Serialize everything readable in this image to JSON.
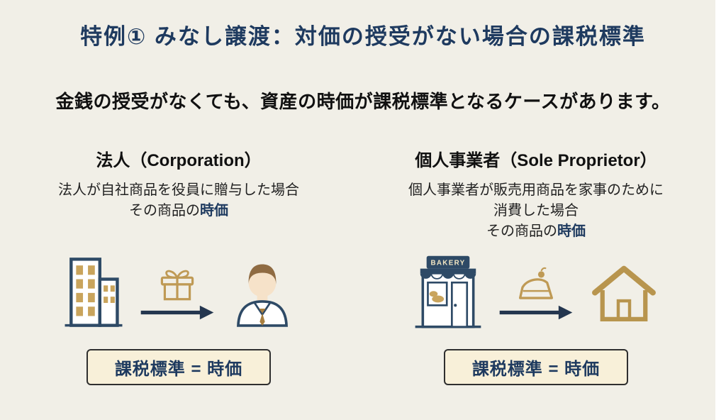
{
  "page": {
    "title": "特例① みなし譲渡：対価の授受がない場合の課税標準",
    "subtitle": "金銭の授受がなくても、資産の時価が課税標準となるケースがあります。"
  },
  "corporation": {
    "heading": "法人（Corporation）",
    "desc_line1": "法人が自社商品を役員に贈与した場合",
    "desc_prefix": "その商品の",
    "desc_highlight": "時価",
    "result": "課税標準 = 時価"
  },
  "sole_proprietor": {
    "heading": "個人事業者（Sole Proprietor）",
    "desc_line1": "個人事業者が販売用商品を家事のために",
    "desc_line2": "消費した場合",
    "desc_prefix": "その商品の",
    "desc_highlight": "時価",
    "result": "課税標準 = 時価"
  },
  "bakery_sign": "BAKERY",
  "colors": {
    "background": "#f1efe7",
    "title_navy": "#1e3a5f",
    "icon_navy": "#2e4a66",
    "gold": "#bf9a55",
    "window_gold": "#c9a45c",
    "house_gold": "#b8954e",
    "box_fill": "#f8f0d9",
    "box_border": "#2f2f2f"
  }
}
